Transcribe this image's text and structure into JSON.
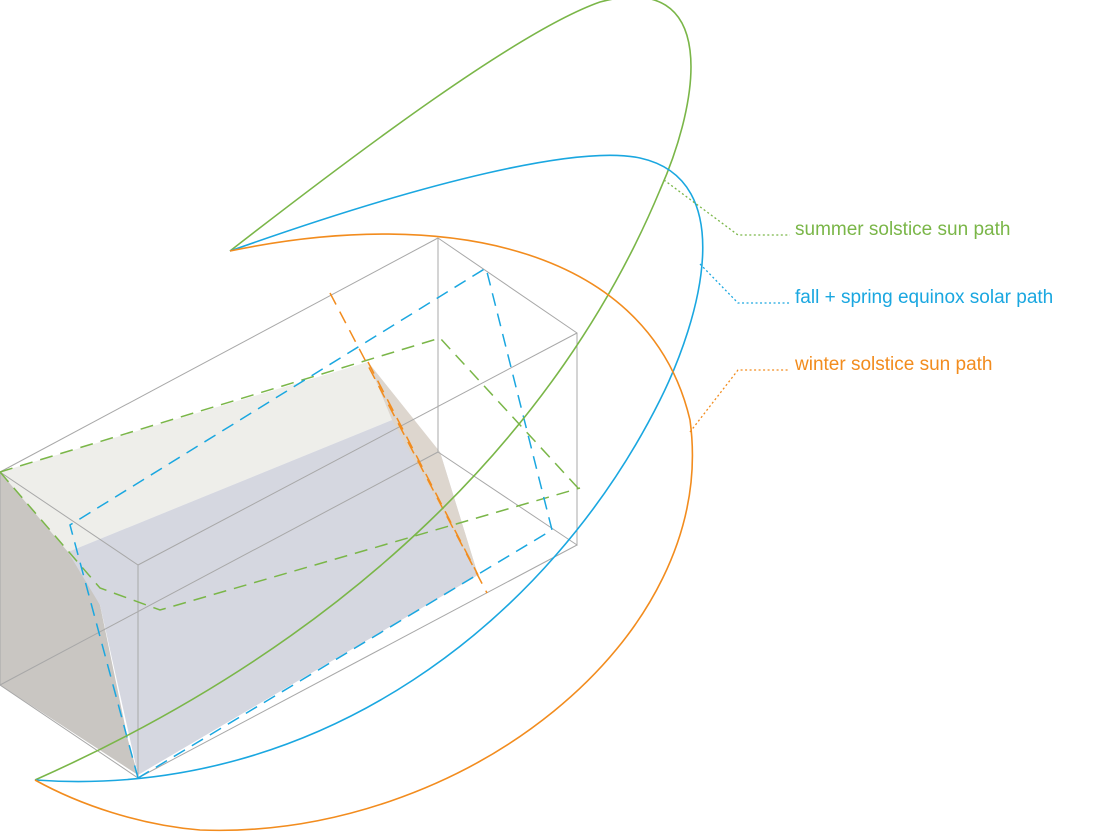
{
  "colors": {
    "summer": "#7ab648",
    "equinox": "#1aa7e0",
    "winter": "#f28c1e",
    "box_outline": "#a8a8a8",
    "shade_light": "#eeeeea",
    "shade_blue": "#d5d7e0",
    "shade_dark": "#c9c6c2",
    "shade_end": "#ddd6ce"
  },
  "labels": {
    "summer": "summer solstice sun path",
    "equinox": "fall + spring equinox solar path",
    "winter": "winter solstice sun path"
  }
}
